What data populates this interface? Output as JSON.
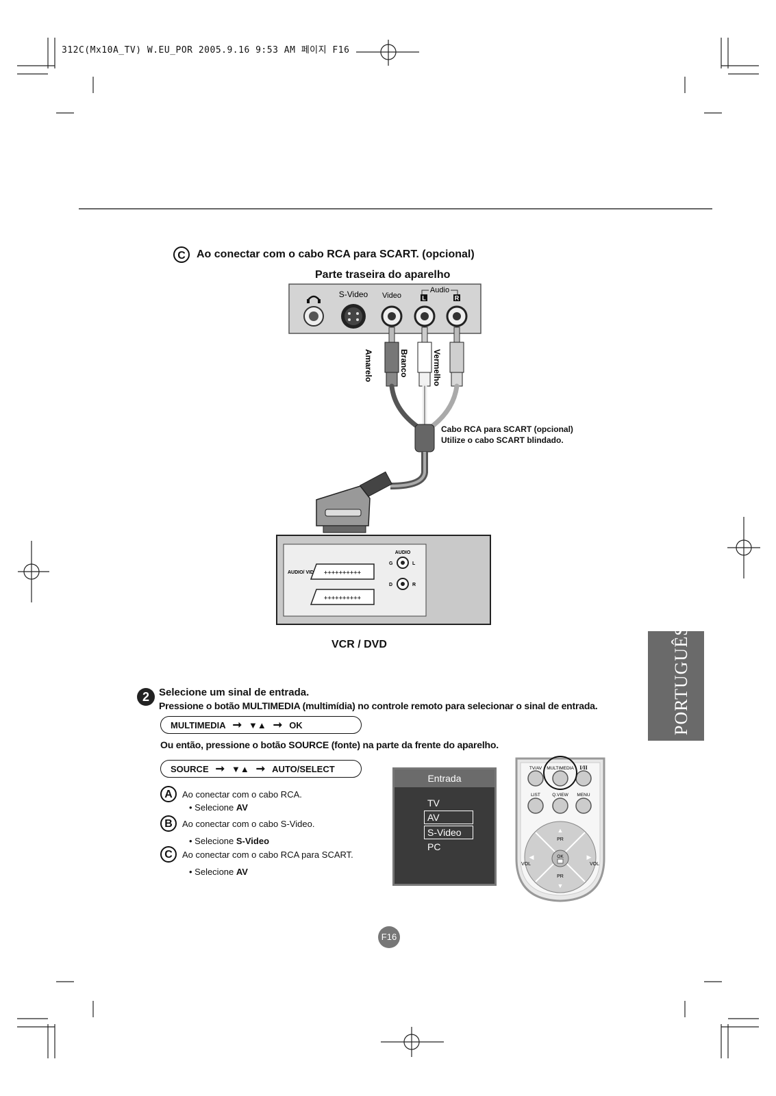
{
  "header": {
    "print_info": "312C(Mx10A_TV) W.EU_POR  2005.9.16  9:53 AM 페이지 F16"
  },
  "section_c": {
    "marker": "C",
    "title": "Ao conectar com o cabo RCA para SCART. (opcional)"
  },
  "rear_panel": {
    "title": "Parte traseira do aparelho",
    "svideo_label": "S-Video",
    "video_label": "Video",
    "audio_label": "Audio",
    "audio_l": "L",
    "audio_r": "R"
  },
  "cable": {
    "colors": [
      "Amarelo",
      "Branco",
      "Vermelho"
    ],
    "caption_line1": "Cabo RCA para SCART (opcional)",
    "caption_line2": "Utilize o cabo SCART blindado."
  },
  "vcr": {
    "label": "VCR / DVD",
    "audio_video": "AUDIO/ VIDEO",
    "audio": "AUDIO",
    "g": "G",
    "l": "L",
    "d": "D",
    "r": "R"
  },
  "step2": {
    "number": "2",
    "title": "Selecione um sinal de entrada.",
    "description": "Pressione o botão MULTIMEDIA (multimídia) no controle remoto para selecionar o sinal de entrada.",
    "seq1": {
      "start": "MULTIMEDIA",
      "end": "OK"
    },
    "or_text": "Ou então, pressione o botão SOURCE (fonte) na parte da frente do aparelho.",
    "seq2": {
      "start": "SOURCE",
      "end": "AUTO/SELECT"
    },
    "options": [
      {
        "marker": "A",
        "text": "Ao conectar com o cabo RCA.",
        "select_prefix": "• Selecione ",
        "select_value": "AV"
      },
      {
        "marker": "B",
        "text": "Ao conectar com o cabo S-Video.",
        "select_prefix": "• Selecione ",
        "select_value": "S-Video"
      },
      {
        "marker": "C",
        "text": "Ao conectar com o cabo RCA para SCART.",
        "select_prefix": "• Selecione ",
        "select_value": "AV"
      }
    ]
  },
  "input_menu": {
    "title": "Entrada",
    "items": [
      "TV",
      "AV",
      "S-Video",
      "PC"
    ],
    "selected": [
      "AV",
      "S-Video"
    ]
  },
  "remote": {
    "tvav": "TV/AV",
    "multimedia": "MULTIMEDIA",
    "dual": "I/II",
    "list": "LIST",
    "qview": "Q.VIEW",
    "menu": "MENU",
    "pr": "PR",
    "ok": "OK",
    "vol": "VOL"
  },
  "language_tab": "PORTUGUÊS",
  "page_number": "F16",
  "colors": {
    "tab_bg": "#6a6a6a",
    "menu_bg": "#3a3a3a",
    "panel_bg": "#d4d4d4"
  }
}
